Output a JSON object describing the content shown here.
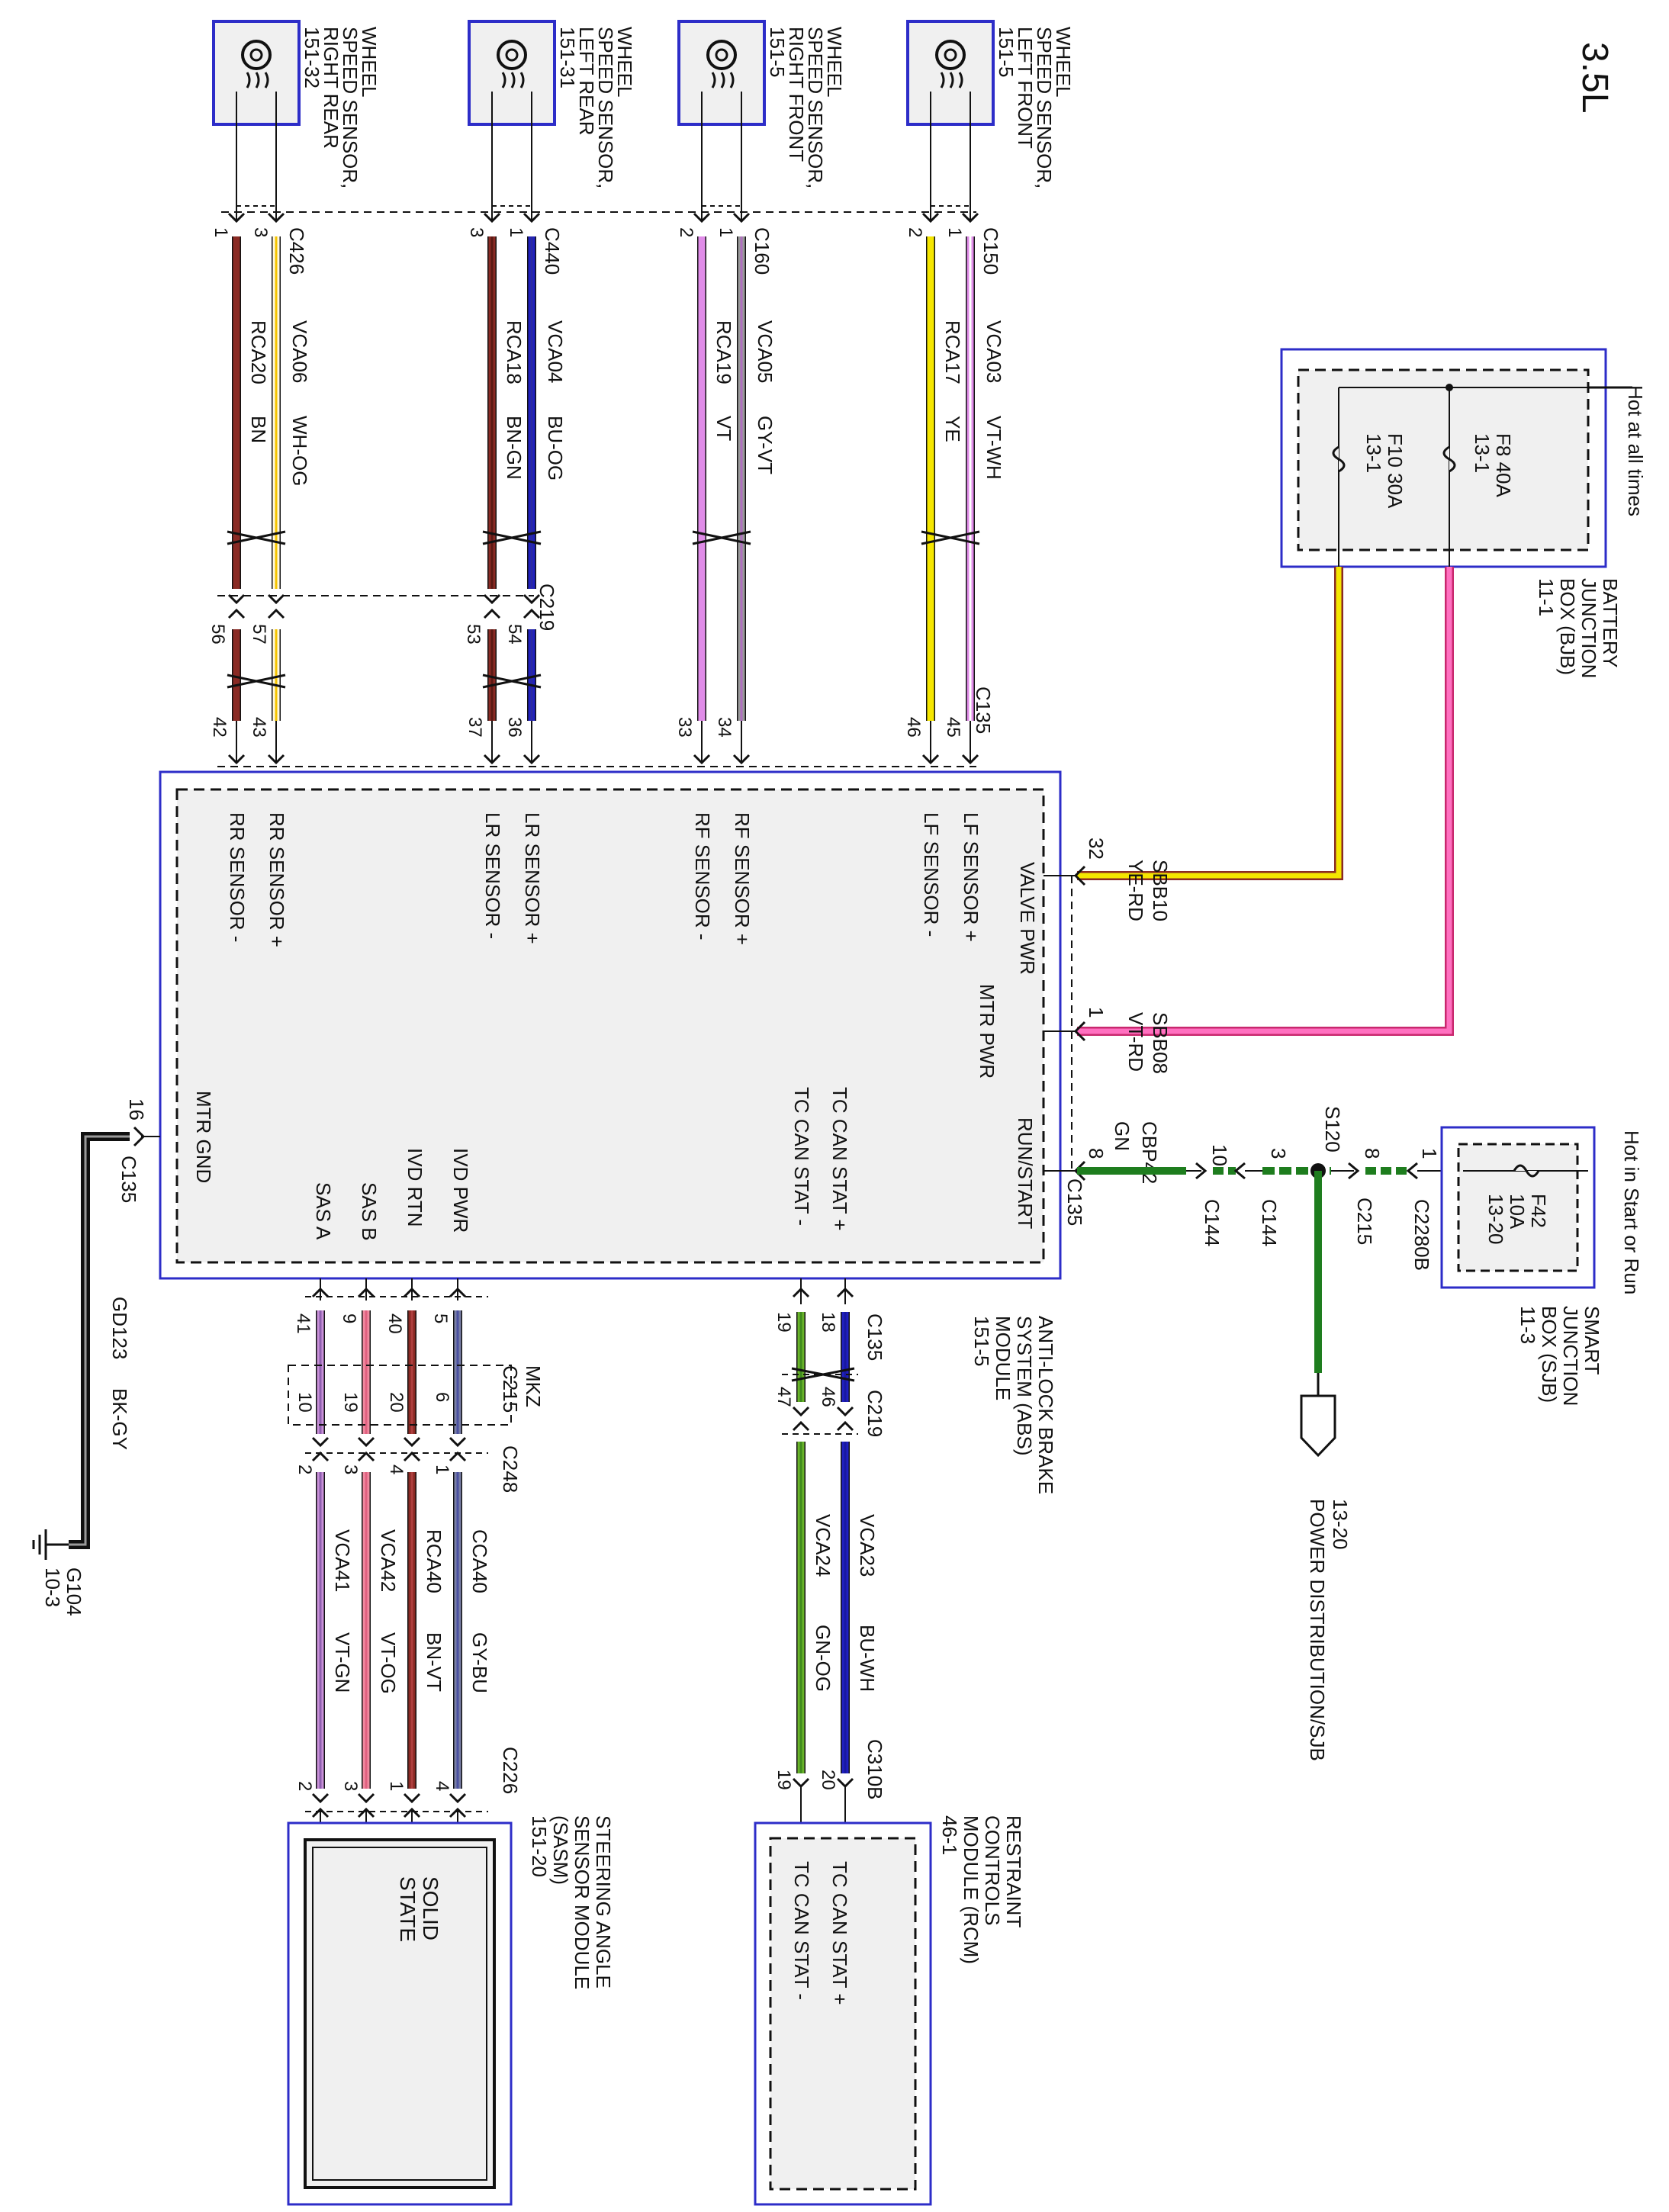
{
  "page": {
    "engine_label": "3.5L"
  },
  "sensors": [
    {
      "key": "rr",
      "title_lines": [
        "WHEEL",
        "SPEED SENSOR,",
        "RIGHT REAR",
        "151-32"
      ],
      "connector": "C426",
      "pin_a": "3",
      "pin_b": "1",
      "wire_a": {
        "circuit": "VCA06",
        "color_code": "WH-OG"
      },
      "wire_b": {
        "circuit": "RCA20",
        "color_code": "BN"
      },
      "inline": {
        "pin_a": "57",
        "pin_b": "56"
      },
      "abs": {
        "pin_a": "43",
        "pin_b": "42"
      },
      "labels": [
        "RR SENSOR +",
        "RR SENSOR -"
      ]
    },
    {
      "key": "lr",
      "title_lines": [
        "WHEEL",
        "SPEED SENSOR,",
        "LEFT REAR",
        "151-31"
      ],
      "connector": "C440",
      "pin_a": "1",
      "pin_b": "3",
      "wire_a": {
        "circuit": "VCA04",
        "color_code": "BU-OG"
      },
      "wire_b": {
        "circuit": "RCA18",
        "color_code": "BN-GN"
      },
      "inline": {
        "pin_a": "54",
        "pin_b": "53"
      },
      "abs": {
        "pin_a": "36",
        "pin_b": "37"
      },
      "labels": [
        "LR SENSOR +",
        "LR SENSOR -"
      ]
    },
    {
      "key": "rf",
      "title_lines": [
        "WHEEL",
        "SPEED SENSOR,",
        "RIGHT FRONT",
        "151-5"
      ],
      "connector": "C160",
      "pin_a": "1",
      "pin_b": "2",
      "wire_a": {
        "circuit": "VCA05",
        "color_code": "GY-VT"
      },
      "wire_b": {
        "circuit": "RCA19",
        "color_code": "VT"
      },
      "abs": {
        "pin_a": "34",
        "pin_b": "33"
      },
      "labels": [
        "RF SENSOR +",
        "RF SENSOR -"
      ]
    },
    {
      "key": "lf",
      "title_lines": [
        "WHEEL",
        "SPEED SENSOR,",
        "LEFT FRONT",
        "151-5"
      ],
      "connector": "C150",
      "pin_a": "1",
      "pin_b": "2",
      "wire_a": {
        "circuit": "VCA03",
        "color_code": "VT-WH"
      },
      "wire_b": {
        "circuit": "RCA17",
        "color_code": "YE"
      },
      "abs": {
        "pin_a": "45",
        "pin_b": "46"
      },
      "labels": [
        "LF SENSOR +",
        "LF SENSOR -"
      ]
    }
  ],
  "c219_label": "C219",
  "c135_label": "C135",
  "bjb": {
    "title_lines": [
      "BATTERY",
      "JUNCTION",
      "BOX (BJB)",
      "11-1"
    ],
    "hot_label": "Hot at all times",
    "fuses": [
      {
        "lines": [
          "F8  40A",
          "13-1"
        ]
      },
      {
        "lines": [
          "F10  30A",
          "13-1"
        ]
      }
    ]
  },
  "abs_module": {
    "title_lines": [
      "ANTI-LOCK BRAKE",
      "SYSTEM (ABS)",
      "MODULE",
      "151-5"
    ],
    "pins": {
      "valve_pwr": {
        "label": "VALVE PWR",
        "pin": "32",
        "circuit": "SBB10",
        "color_code": "YE-RD"
      },
      "mtr_pwr": {
        "label": "MTR PWR",
        "pin": "1",
        "circuit": "SBB08",
        "color_code": "VT-RD"
      },
      "run_start": {
        "label": "RUN/START",
        "pin": "8",
        "circuit": "CBP42",
        "color_code": "GN",
        "connector": "C135"
      },
      "mtr_gnd": {
        "label": "MTR GND",
        "pin": "16",
        "connector": "C135"
      }
    },
    "can_labels": [
      "TC CAN STAT +",
      "TC CAN STAT -"
    ],
    "sasm_labels": [
      "IVD PWR",
      "IVD RTN",
      "SAS B",
      "SAS A"
    ]
  },
  "run_start_chain": {
    "c144_a": "10",
    "c144_a_label": "C144",
    "c144_b": "3",
    "c144_b_label": "C144",
    "splice": "S120",
    "c215_pin": "8",
    "c215_label": "C215",
    "c2280b_pin": "1",
    "c2280b_label": "C2280B"
  },
  "sjb": {
    "title_lines": [
      "SMART",
      "JUNCTION",
      "BOX (SJB)",
      "11-3"
    ],
    "hot_label": "Hot in Start or Run",
    "fuse_lines": [
      "F42",
      "10A",
      "13-20"
    ]
  },
  "power_dist": {
    "lines": [
      "13-20",
      "POWER DISTRIBUTION/SJB"
    ]
  },
  "ground": {
    "circuit": "GD123",
    "color_code": "BK-GY",
    "label_lines": [
      "G104",
      "10-3"
    ]
  },
  "can_wires": [
    {
      "abs_pin": "18",
      "c219_pin": "46",
      "rcm_pin": "20",
      "circuit": "VCA23",
      "color_code": "BU-WH"
    },
    {
      "abs_pin": "19",
      "c219_pin": "47",
      "rcm_pin": "19",
      "circuit": "VCA24",
      "color_code": "GN-OG"
    }
  ],
  "can_labels": {
    "c135": "C135",
    "c219": "C219",
    "c310b": "C310B"
  },
  "sasm_wires": [
    {
      "abs_pin": "5",
      "c215_pin": "6",
      "c248_pin": "1",
      "sasm_pin": "4",
      "circuit": "CCA40",
      "color_code": "GY-BU"
    },
    {
      "abs_pin": "40",
      "c215_pin": "20",
      "c248_pin": "4",
      "sasm_pin": "1",
      "circuit": "RCA40",
      "color_code": "BN-VT"
    },
    {
      "abs_pin": "9",
      "c215_pin": "19",
      "c248_pin": "3",
      "sasm_pin": "3",
      "circuit": "VCA42",
      "color_code": "VT-OG"
    },
    {
      "abs_pin": "41",
      "c215_pin": "10",
      "c248_pin": "2",
      "sasm_pin": "2",
      "circuit": "VCA41",
      "color_code": "VT-GN"
    }
  ],
  "sasm_conn_labels": {
    "c215": "C215",
    "mkz": "MKZ",
    "c248": "C248",
    "c226": "C226"
  },
  "rcm": {
    "title_lines": [
      "RESTRAINT",
      "CONTROLS",
      "MODULE (RCM)",
      "46-1"
    ],
    "labels": [
      "TC CAN STAT +",
      "TC CAN STAT -"
    ]
  },
  "sasm": {
    "title_lines": [
      "STEERING ANGLE",
      "SENSOR MODULE",
      "(SASM)",
      "151-20"
    ],
    "inner_lines": [
      "SOLID",
      "STATE"
    ]
  },
  "colors": {
    "brown": "#8a2a24",
    "yellow": "#f5e600",
    "violet": "#e08ce8",
    "gray": "#9a9a9a",
    "blue": "#2020c0",
    "pink": "#ff4fa8",
    "green": "#1e7d1e",
    "lime": "#6ab42a",
    "slate": "#7a80a8",
    "salmon": "#f08aa0",
    "black": "#111111",
    "box_blue": "#2d2dc8"
  }
}
